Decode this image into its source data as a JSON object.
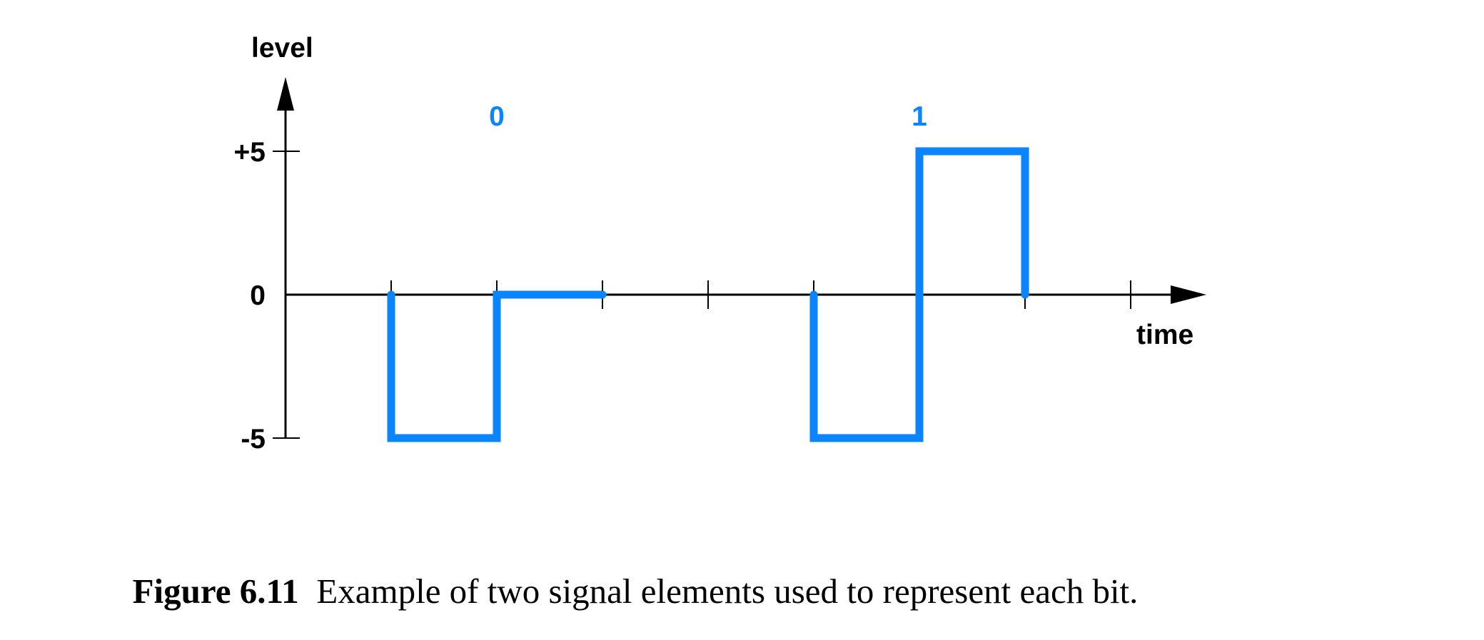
{
  "figure": {
    "y_axis_label": "level",
    "x_axis_label": "time",
    "y_ticks": [
      "+5",
      "0",
      "-5"
    ],
    "bits": [
      {
        "label": "0"
      },
      {
        "label": "1"
      }
    ],
    "signal_color": "#0a84ff",
    "axis_color": "#000000"
  },
  "caption": {
    "label": "Figure 6.11",
    "text": "Example of two signal elements used to represent each bit."
  }
}
